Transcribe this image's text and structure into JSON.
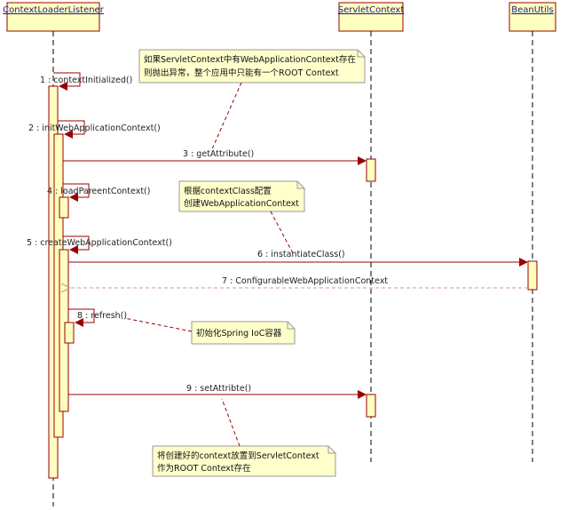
{
  "participants": [
    {
      "id": "cll",
      "name": "ContextLoaderListener"
    },
    {
      "id": "sc",
      "name": "ServletContext"
    },
    {
      "id": "bu",
      "name": "BeanUtils"
    }
  ],
  "messages": [
    {
      "n": 1,
      "label": "1 : contextInitialized()"
    },
    {
      "n": 2,
      "label": "2 : initWebApplicationContext()"
    },
    {
      "n": 3,
      "label": "3 : getAttribute()"
    },
    {
      "n": 4,
      "label": "4 : loadPareentContext()"
    },
    {
      "n": 5,
      "label": "5 : createWebApplicationContext()"
    },
    {
      "n": 6,
      "label": "6 : instantiateClass()"
    },
    {
      "n": 7,
      "label": "7 : ConfigurableWebApplicationContext"
    },
    {
      "n": 8,
      "label": "8 : refresh()"
    },
    {
      "n": 9,
      "label": "9 : setAttribte()"
    }
  ],
  "notes": [
    {
      "lines": [
        "如果ServletContext中有WebApplicationContext存在",
        "则抛出异常，整个应用中只能有一个ROOT Context"
      ]
    },
    {
      "lines": [
        "根据contextClass配置",
        "创建WebApplicationContext"
      ]
    },
    {
      "lines": [
        "初始化Spring IoC容器"
      ]
    },
    {
      "lines": [
        "将创建好的context放置到ServletContext",
        "作为ROOT Context存在"
      ]
    }
  ],
  "colors": {
    "activation_fill": "#ffffc0",
    "activation_stroke": "#990000",
    "note_fill": "#ffffcc",
    "message_line": "#990000",
    "return_line": "#cc9999",
    "title_text": "#1a1a8c"
  }
}
